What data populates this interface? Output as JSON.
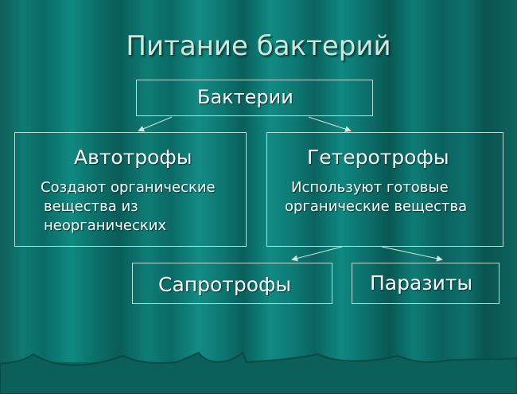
{
  "slide": {
    "title": "Питание бактерий",
    "root": {
      "label": "Бактерии"
    },
    "autotrophs": {
      "label": "Автотрофы",
      "desc_lines": [
        "Создают органические",
        "вещества из",
        "неорганических"
      ]
    },
    "heterotrophs": {
      "label": "Гетеротрофы",
      "desc_lines": [
        "Используют готовые",
        "органические вещества"
      ]
    },
    "saprotrophs": {
      "label": "Сапротрофы"
    },
    "parasites": {
      "label": "Паразиты"
    },
    "colors": {
      "background": "#0e7a72",
      "box_border": "#b7dcd4",
      "title_text": "#cfe6d9",
      "text": "#ffffff"
    }
  }
}
